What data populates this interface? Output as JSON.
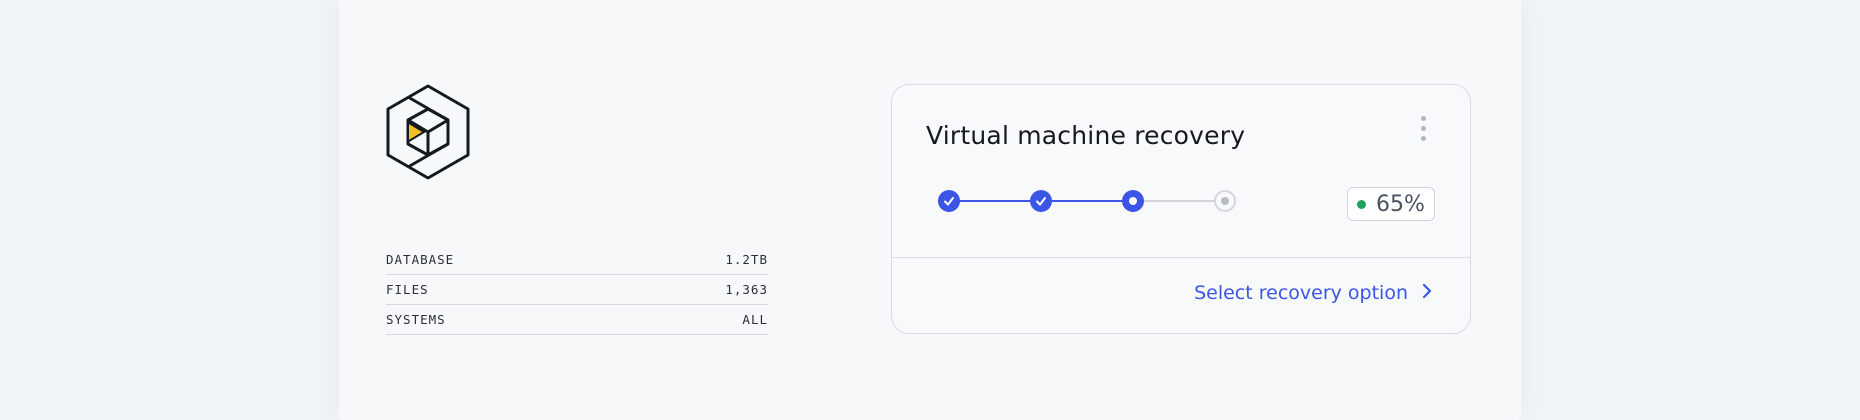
{
  "stats": [
    {
      "label": "DATABASE",
      "value": "1.2TB"
    },
    {
      "label": "FILES",
      "value": "1,363"
    },
    {
      "label": "SYSTEMS",
      "value": "ALL"
    }
  ],
  "card": {
    "title": "Virtual machine recovery",
    "steps": [
      "done",
      "done",
      "current",
      "pending"
    ],
    "progress": "65%",
    "progress_status_color": "#1fa35c",
    "action_label": "Select recovery option"
  },
  "icons": {
    "logo": "hexagon-cube-logo-icon",
    "menu": "kebab-menu-icon",
    "check": "check-icon",
    "chevron": "chevron-right-icon"
  },
  "colors": {
    "accent": "#3b55e6",
    "logo_accent": "#f2c224",
    "text": "#14191f"
  }
}
